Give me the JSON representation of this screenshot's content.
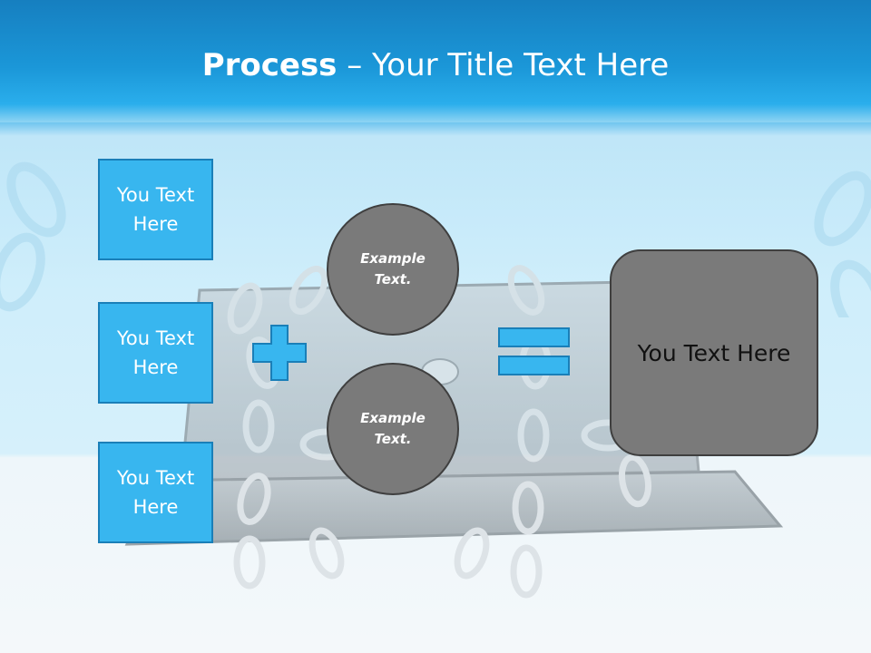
{
  "slide": {
    "title_bold": "Process",
    "title_rest": " – Your Title Text Here",
    "boxes": [
      {
        "line1": "You Text",
        "line2": "Here"
      },
      {
        "line1": "You Text",
        "line2": "Here"
      },
      {
        "line1": "You Text",
        "line2": "Here"
      }
    ],
    "circles": [
      {
        "line1": "Example",
        "line2": "Text."
      },
      {
        "line1": "Example",
        "line2": "Text."
      }
    ],
    "result_text": "You Text Here"
  },
  "colors": {
    "accent": "#38b6ef",
    "accent_border": "#1a7fb8",
    "shape_gray": "#7a7a7a",
    "title_band": "#1b97d8"
  },
  "icons": [
    "plus-icon",
    "equals-icon"
  ]
}
